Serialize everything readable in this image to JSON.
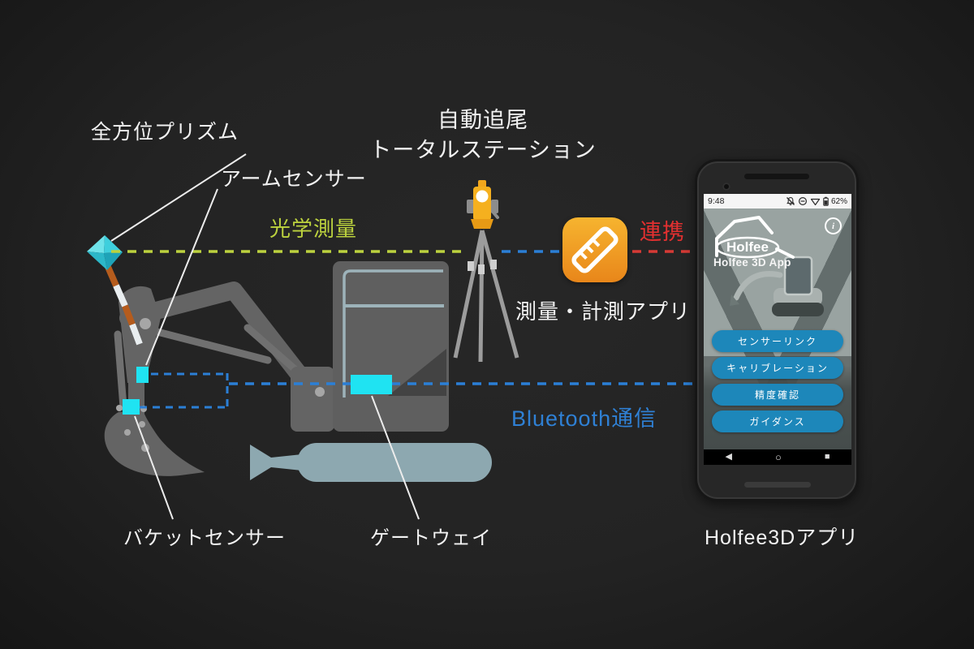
{
  "diagram": {
    "labels": {
      "prism": "全方位プリズム",
      "arm_sensor": "アームセンサー",
      "station_line1": "自動追尾",
      "station_line2": "トータルステーション",
      "optical": "光学測量",
      "link": "連携",
      "survey_app": "測量・計測アプリ",
      "bluetooth": "Bluetooth通信",
      "bucket_sensor": "バケットセンサー",
      "gateway": "ゲートウェイ",
      "phone_caption": "Holfee3Dアプリ"
    },
    "colors": {
      "background": "#232323",
      "optical_line": "#bcd23e",
      "link_line": "#d63a35",
      "bluetooth_line": "#2b7fd6",
      "sensor_cyan": "#1fe3f2",
      "excavator_gray": "#646464",
      "track_bluegray": "#8da8b0",
      "app_icon_orange_top": "#f6b42f",
      "app_icon_orange_bottom": "#e8861a",
      "button_blue": "#1d87ba"
    }
  },
  "phone": {
    "status": {
      "time": "9:48",
      "battery": "62%"
    },
    "logo": "Holfee",
    "app_title": "Holfee 3D App",
    "info": "i",
    "buttons": [
      "センサーリンク",
      "キャリブレーション",
      "精度確認",
      "ガイダンス"
    ],
    "nav": {
      "back": "◀",
      "home": "○",
      "recents": "■"
    }
  }
}
